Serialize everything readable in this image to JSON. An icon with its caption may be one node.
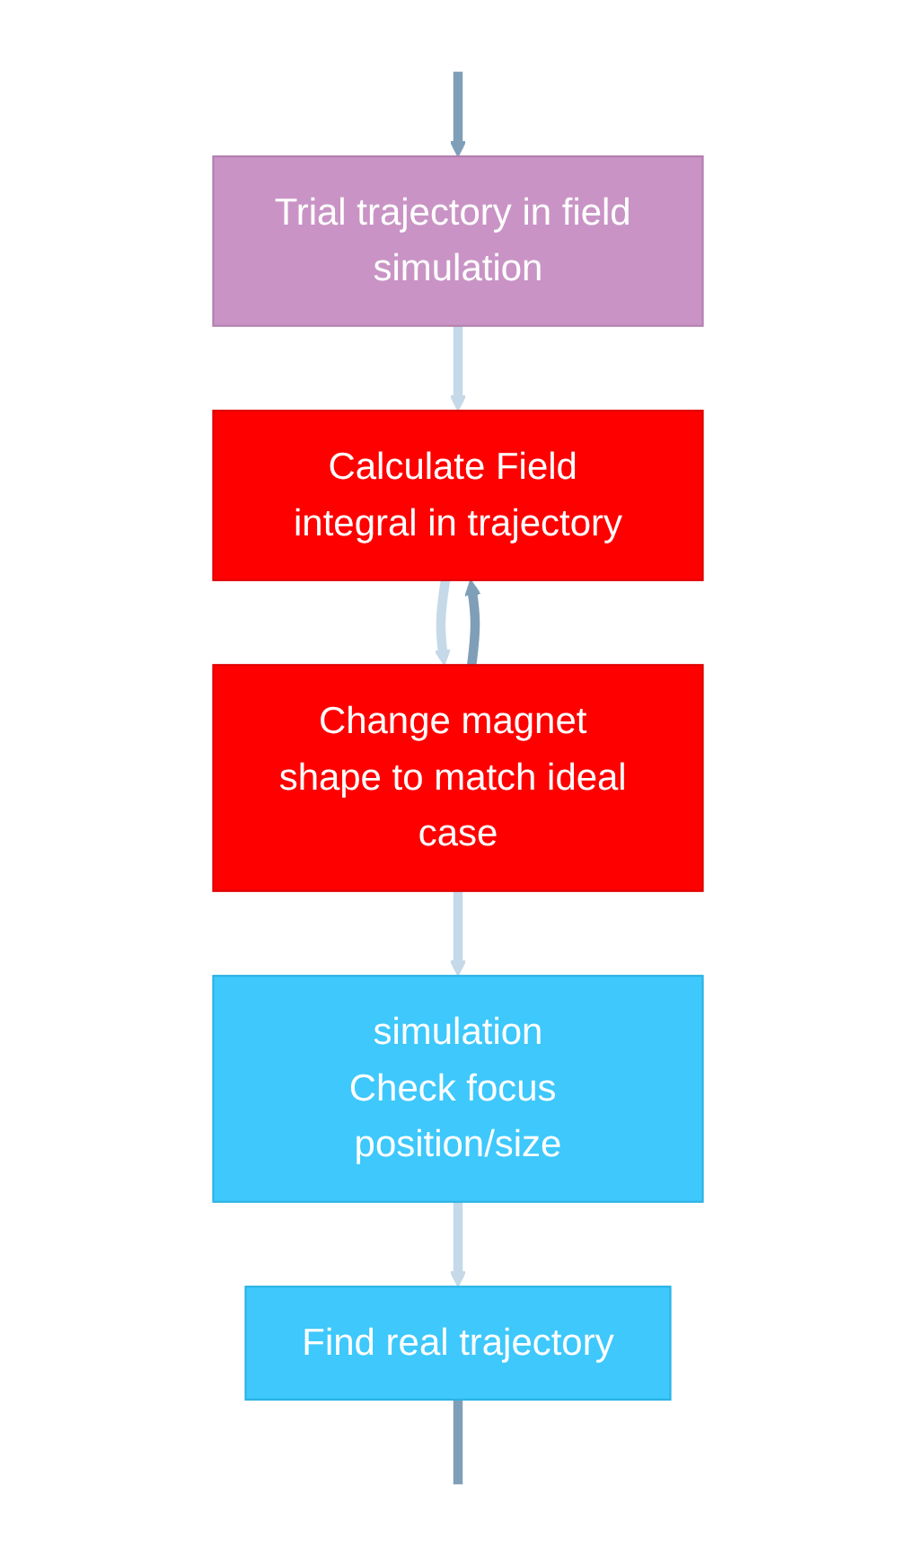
{
  "diagram": {
    "nodes": [
      {
        "text": [
          "Trial trajectory in field simulation"
        ]
      },
      {
        "text": [
          "Calculate Field integral in trajectory"
        ]
      },
      {
        "text": [
          "Change magnet shape to match ideal case"
        ]
      },
      {
        "text": [
          "simulation",
          "Check focus position/size"
        ]
      },
      {
        "text": [
          "Find real trajectory"
        ]
      }
    ],
    "edges": [
      {
        "from": null,
        "to": 0,
        "arrow": "to",
        "color": "#7f9fb8"
      },
      {
        "from": 0,
        "to": 1,
        "arrow": "to"
      },
      {
        "from": 1,
        "to": 2,
        "arrow": "to"
      },
      {
        "from": 2,
        "to": 1,
        "arrow": "to",
        "color": "#7f9fb8"
      },
      {
        "from": 2,
        "to": 3,
        "arrow": "to"
      },
      {
        "from": 3,
        "to": 4,
        "arrow": "to"
      },
      {
        "from": 4,
        "to": null,
        "arrow": "none",
        "color": "#7f9fb8"
      }
    ]
  }
}
